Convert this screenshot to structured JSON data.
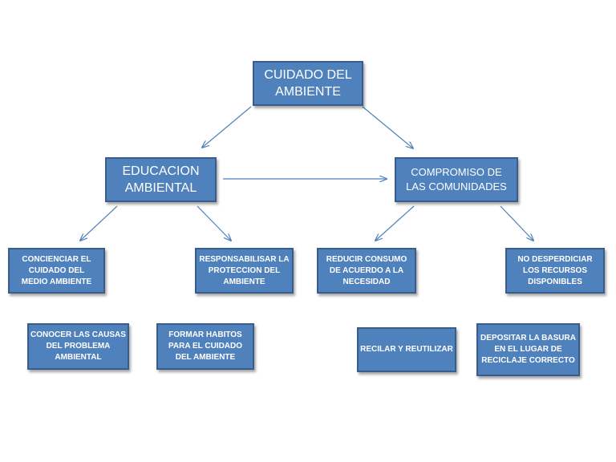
{
  "diagram": {
    "nodes": {
      "root": "CUIDADO DEL\nAMBIENTE",
      "education": "EDUCACION\nAMBIENTAL",
      "commitment": "COMPROMISO DE\nLAS COMUNIDADES",
      "raise_awareness": "CONCIENCIAR EL\nCUIDADO DEL\nMEDIO AMBIENTE",
      "make_responsible": "RESPONSABILISAR LA\nPROTECCION DEL\nAMBIENTE",
      "reduce_consumption": "REDUCIR CONSUMO\nDE ACUERDO A LA\nNECESIDAD",
      "no_waste": "NO DESPERDICIAR\nLOS RECURSOS\nDISPONIBLES",
      "know_causes": "CONOCER LAS CAUSAS\nDEL PROBLEMA\nAMBIENTAL",
      "form_habits": "FORMAR HABITOS\nPARA EL CUIDADO\nDEL AMBIENTE",
      "recycle": "RECILAR Y REUTILIZAR",
      "deposit_trash": "DEPOSITAR LA BASURA\nEN EL LUGAR DE\nRECICLAJE CORRECTO"
    },
    "colors": {
      "node_fill": "#4f81bd",
      "node_border": "#385d8a",
      "arrow": "#4f81bd",
      "text": "#ffffff"
    }
  }
}
